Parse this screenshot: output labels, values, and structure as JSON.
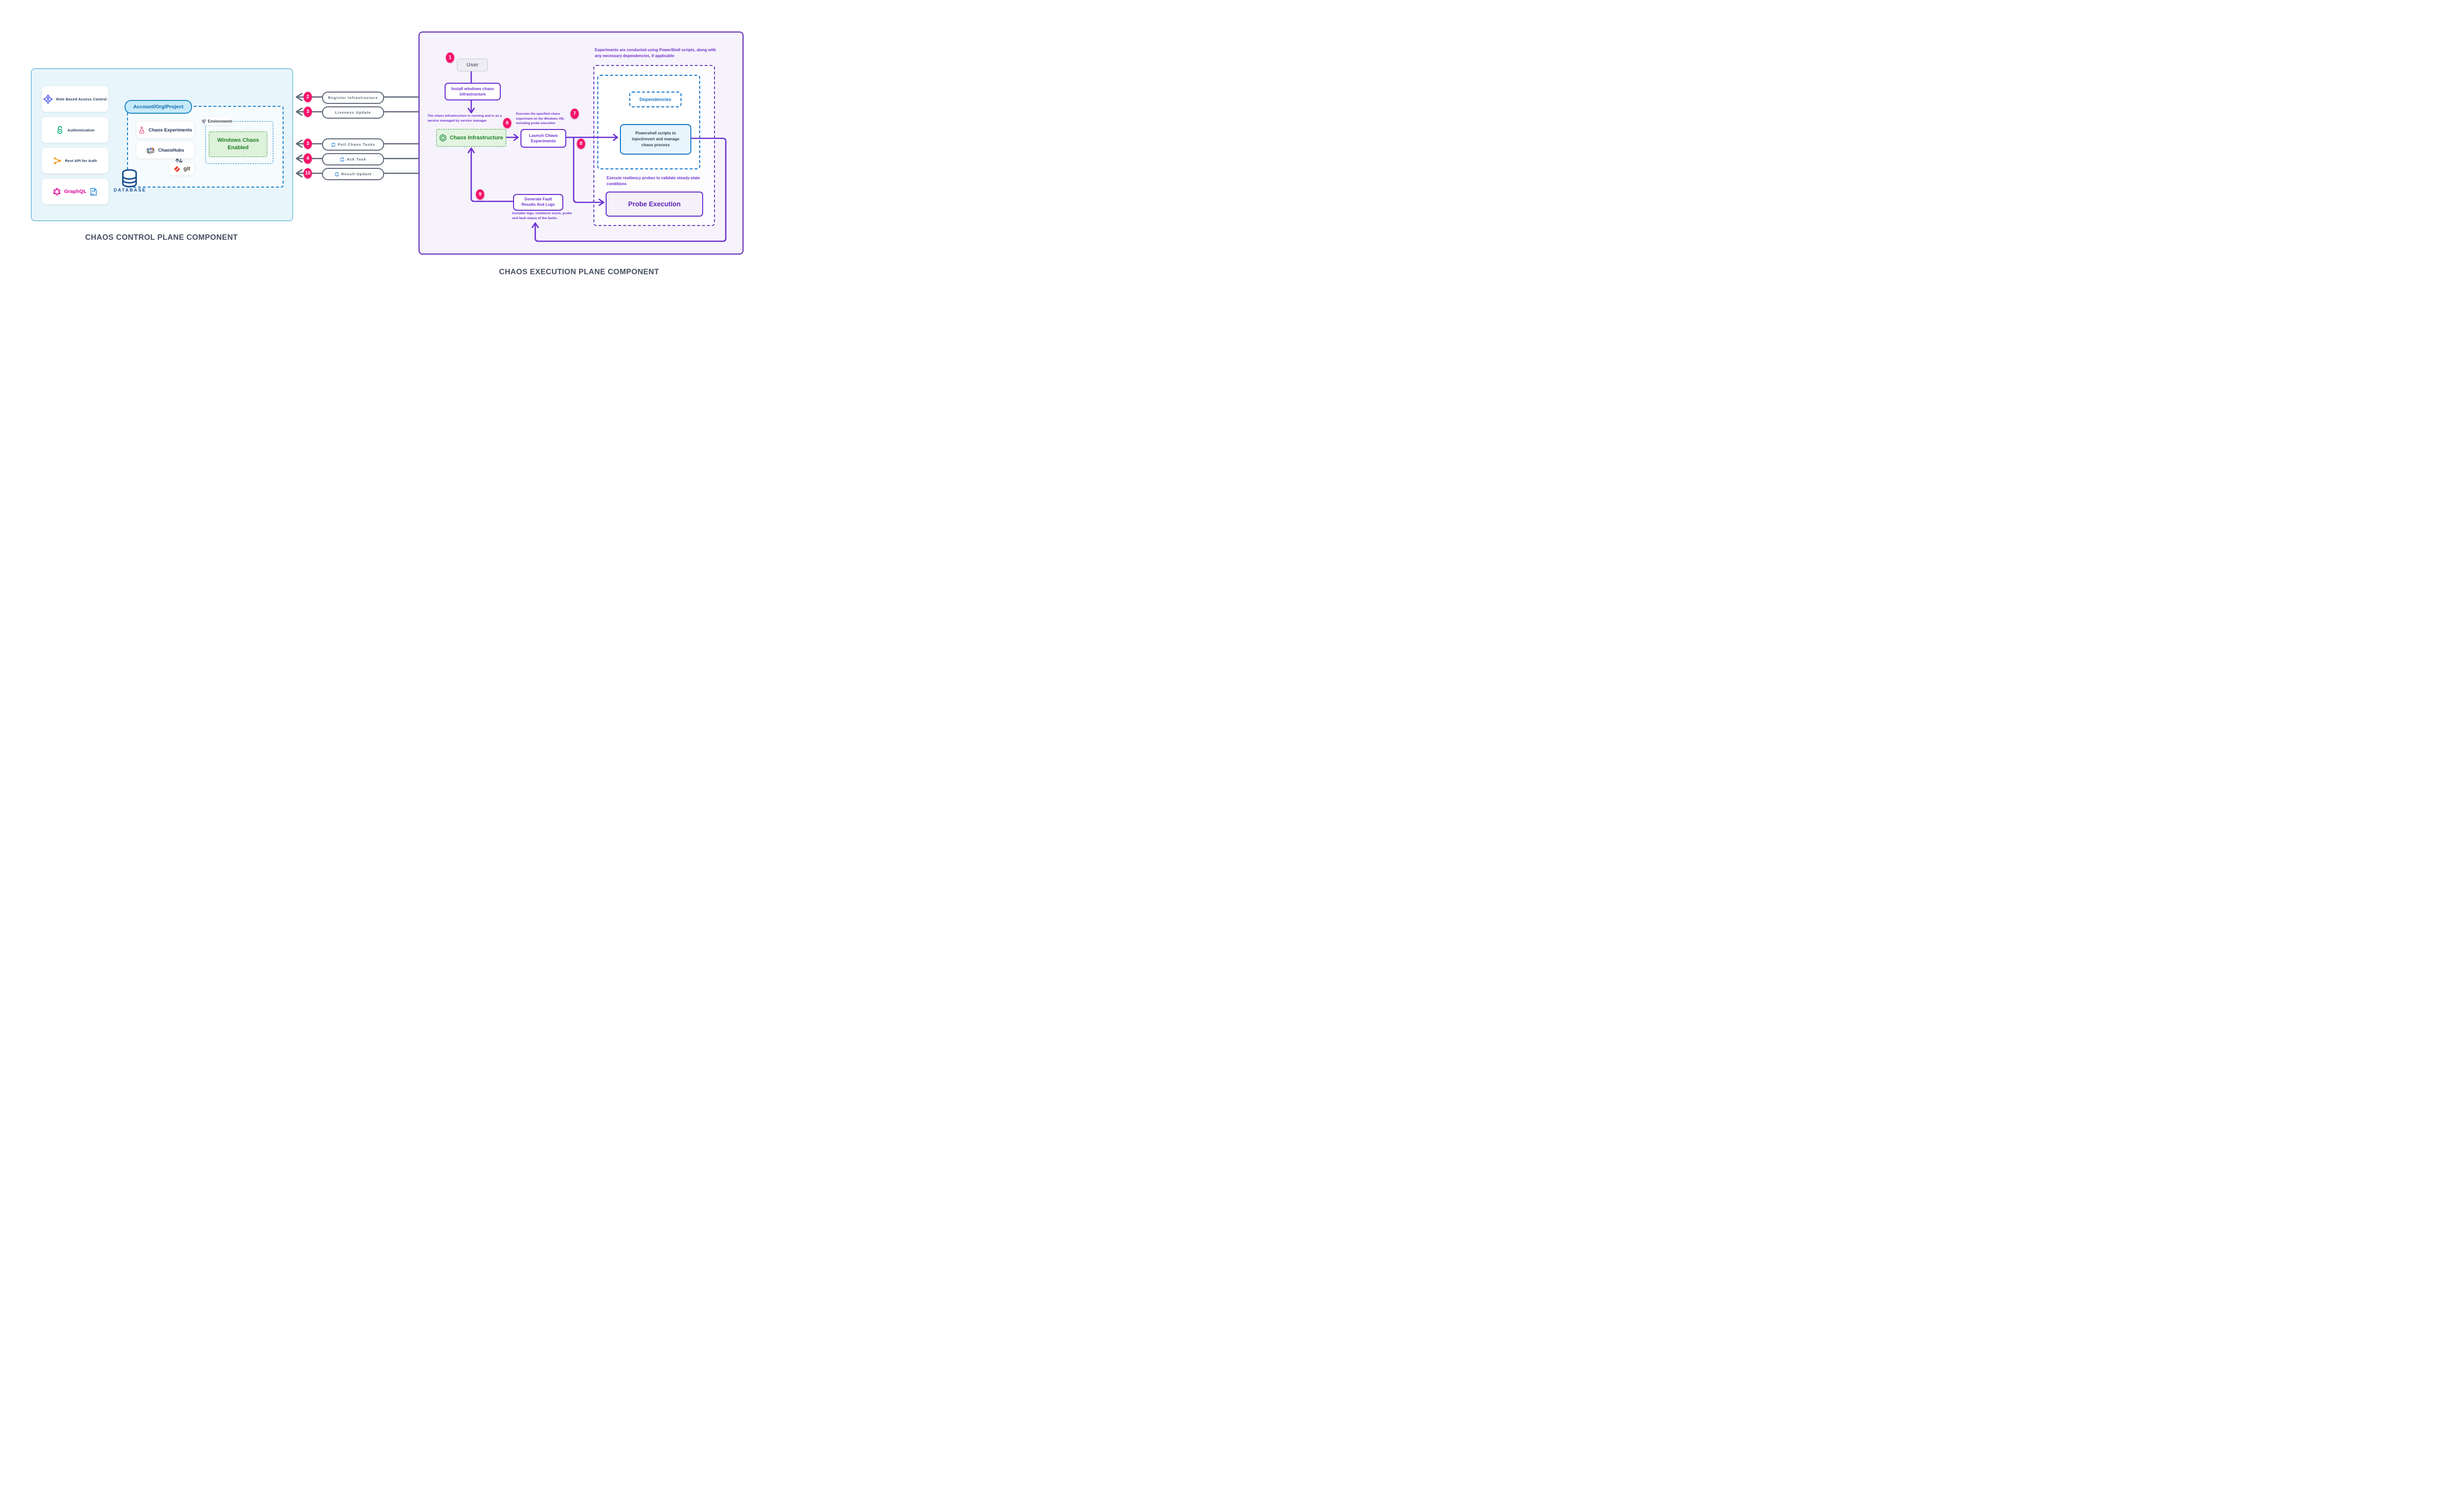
{
  "titles": {
    "control": "CHAOS CONTROL PLANE COMPONENT",
    "execution": "CHAOS EXECUTION PLANE COMPONENT"
  },
  "control": {
    "cards": [
      {
        "label": "Role Based Access Control",
        "icon": "rbac-icon"
      },
      {
        "label": "Authentication",
        "icon": "auth-lock-icon"
      },
      {
        "label": "Rest API for Auth",
        "icon": "rest-api-icon"
      },
      {
        "label": "GraphQL",
        "icon": "graphql-icon",
        "api_icon": "api-file-icon",
        "api_text": "API"
      }
    ],
    "account_pill": "Account/Org/Project",
    "inner_cards": [
      {
        "label": "Chaos Experiments",
        "icon": "flask-icon"
      },
      {
        "label": "ChaosHubs",
        "icon": "chaoshub-rack-icon"
      }
    ],
    "git_label": "git",
    "environment_label": "Environment",
    "windows_box": "Windows Chaos Enabled",
    "database_label": "DATABASE"
  },
  "flows": [
    {
      "badge": "2",
      "label": "Register Infrastructure",
      "sync_icon": false
    },
    {
      "badge": "3",
      "label": "Liveness Update",
      "sync_icon": false
    },
    {
      "badge": "3",
      "label": "Poll Chaos Tasks",
      "sync_icon": true
    },
    {
      "badge": "4",
      "label": "Ack Task",
      "sync_icon": true
    },
    {
      "badge": "10",
      "label": "Result Update",
      "sync_icon": true
    }
  ],
  "execution": {
    "badge_user": "1",
    "user_label": "User",
    "install_box": "Install windows chaos infrastructure",
    "caption_running": "The chaos infrastructure is running and is as a service managed by service manager",
    "badge_running": "6",
    "chaos_infra_label": "Chaos Infrastructure",
    "caption_executes": "Executes the specified chaos experiment on the Windows VM, including probe execution",
    "badge_executes": "7",
    "launch_box": "Launch Chaos Experiments",
    "badge_scripts": "8",
    "top_caption": "Experiments are conducted using PowerShell scripts, along with any necessary dependencies, if applicable",
    "dependencies_label": "Dependencies",
    "powershell_box": "Powershell scripts to inject/revert and manage chaos process",
    "probe_caption": "Execute resiliency probes to validate steady-state conditions",
    "probe_box": "Probe Execution",
    "generate_box": "Generate Fault Results And Logs",
    "badge_generate": "9",
    "caption_includes": "Includes logs, resilience score, probe and fault status of the faults."
  },
  "colors": {
    "purple_accent": "#6a2ed1",
    "badge_pink": "#f5146c",
    "green_accent": "#1e8028",
    "blue_accent": "#1778c9",
    "slate_arrow": "#5f6778",
    "navy_text": "#21395f",
    "panel_left_bg": "#e8f5fb",
    "panel_right_bg": "#f7f3fc"
  }
}
